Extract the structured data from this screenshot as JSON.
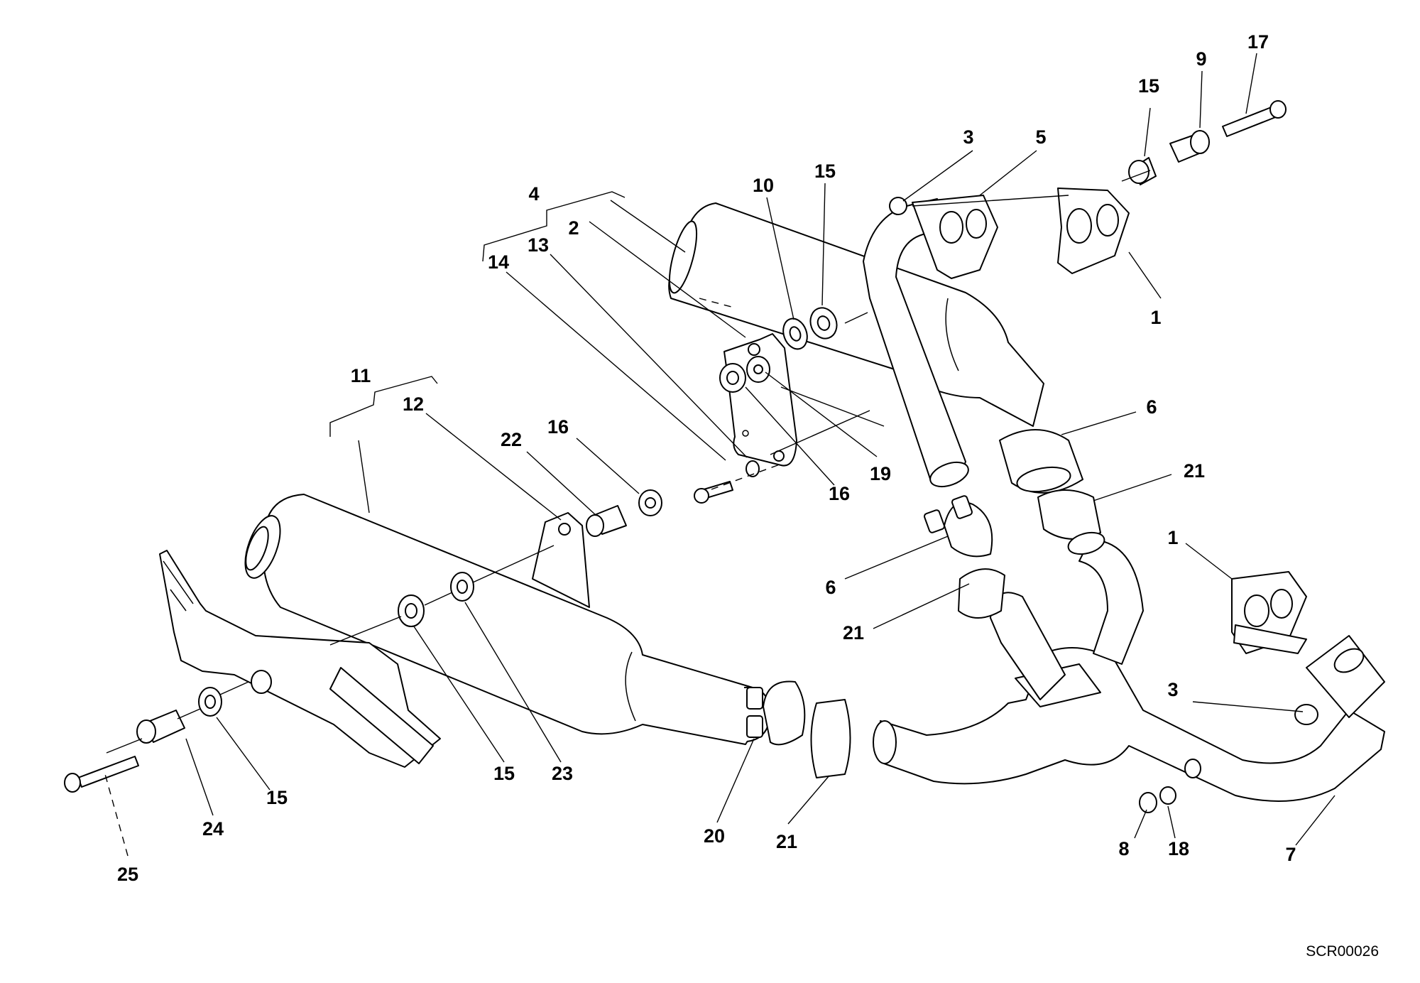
{
  "diagram": {
    "reference_code": "SCR00026",
    "callouts": {
      "c1a": "1",
      "c1b": "1",
      "c2": "2",
      "c3a": "3",
      "c3b": "3",
      "c4": "4",
      "c5": "5",
      "c6a": "6",
      "c6b": "6",
      "c7": "7",
      "c8": "8",
      "c9": "9",
      "c10": "10",
      "c11": "11",
      "c12": "12",
      "c13": "13",
      "c14": "14",
      "c15a": "15",
      "c15b": "15",
      "c15c": "15",
      "c15d": "15",
      "c16a": "16",
      "c16b": "16",
      "c17": "17",
      "c18": "18",
      "c19": "19",
      "c20": "20",
      "c21a": "21",
      "c21b": "21",
      "c21c": "21",
      "c22": "22",
      "c23": "23",
      "c24": "24",
      "c25": "25"
    }
  }
}
